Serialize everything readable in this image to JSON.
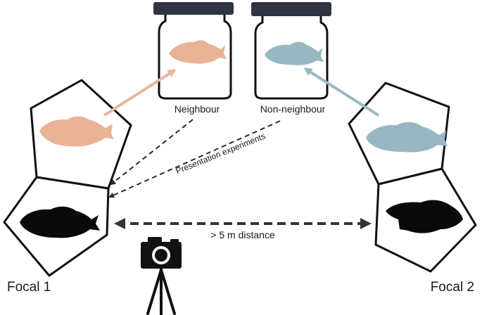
{
  "labels": {
    "neighbour": "Neighbour",
    "non_neighbour": "Non-neighbour",
    "presentation": "Presentation experiments",
    "distance": "> 5 m distance",
    "focal1": "Focal 1",
    "focal2": "Focal 2"
  },
  "colors": {
    "neighbour_fish": "#e9b398",
    "neighbour_arrow": "#eab59a",
    "non_neighbour_fish": "#98b7c3",
    "non_neighbour_arrow": "#98b9c4",
    "focal_fish": "#0a0a0a",
    "jar_lid": "#2e3440",
    "outline": "#111111"
  },
  "icons": {
    "camera": "camera-icon",
    "tripod": "tripod-icon"
  }
}
